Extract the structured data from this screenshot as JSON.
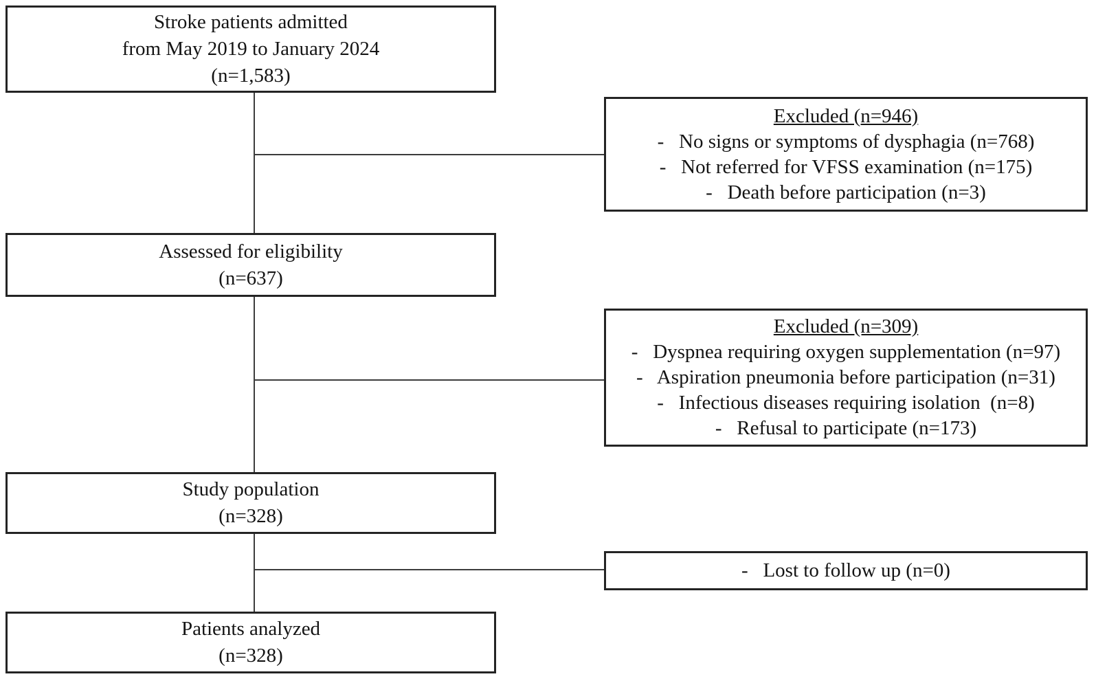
{
  "figure": {
    "type": "flow-diagram",
    "colors": {
      "background": "#ffffff",
      "box_border": "#242424",
      "text": "#141414",
      "connector": "#3c3c3c"
    },
    "main_boxes": [
      {
        "id": "admitted",
        "lines": [
          "Stroke patients admitted",
          "from May 2019 to January 2024",
          "(n=1,583)"
        ]
      },
      {
        "id": "assessed",
        "lines": [
          "Assessed for eligibility",
          "(n=637)"
        ]
      },
      {
        "id": "study_population",
        "lines": [
          "Study population",
          "(n=328)"
        ]
      },
      {
        "id": "patients_analyzed",
        "lines": [
          "Patients analyzed",
          "(n=328)"
        ]
      }
    ],
    "side_boxes": [
      {
        "id": "excluded_1",
        "title": "Excluded (n=946)",
        "items": [
          "-   No signs or symptoms of dysphagia (n=768)",
          "-   Not referred for VFSS examination (n=175)",
          "-   Death before participation (n=3)"
        ]
      },
      {
        "id": "excluded_2",
        "title": "Excluded (n=309)",
        "items": [
          "-   Dyspnea requiring oxygen supplementation (n=97)",
          "-   Aspiration pneumonia before participation (n=31)",
          "-   Infectious diseases requiring isolation  (n=8)",
          "-   Refusal to participate (n=173)"
        ]
      },
      {
        "id": "lost_to_follow_up",
        "items": [
          "-   Lost to follow up (n=0)"
        ]
      }
    ]
  }
}
